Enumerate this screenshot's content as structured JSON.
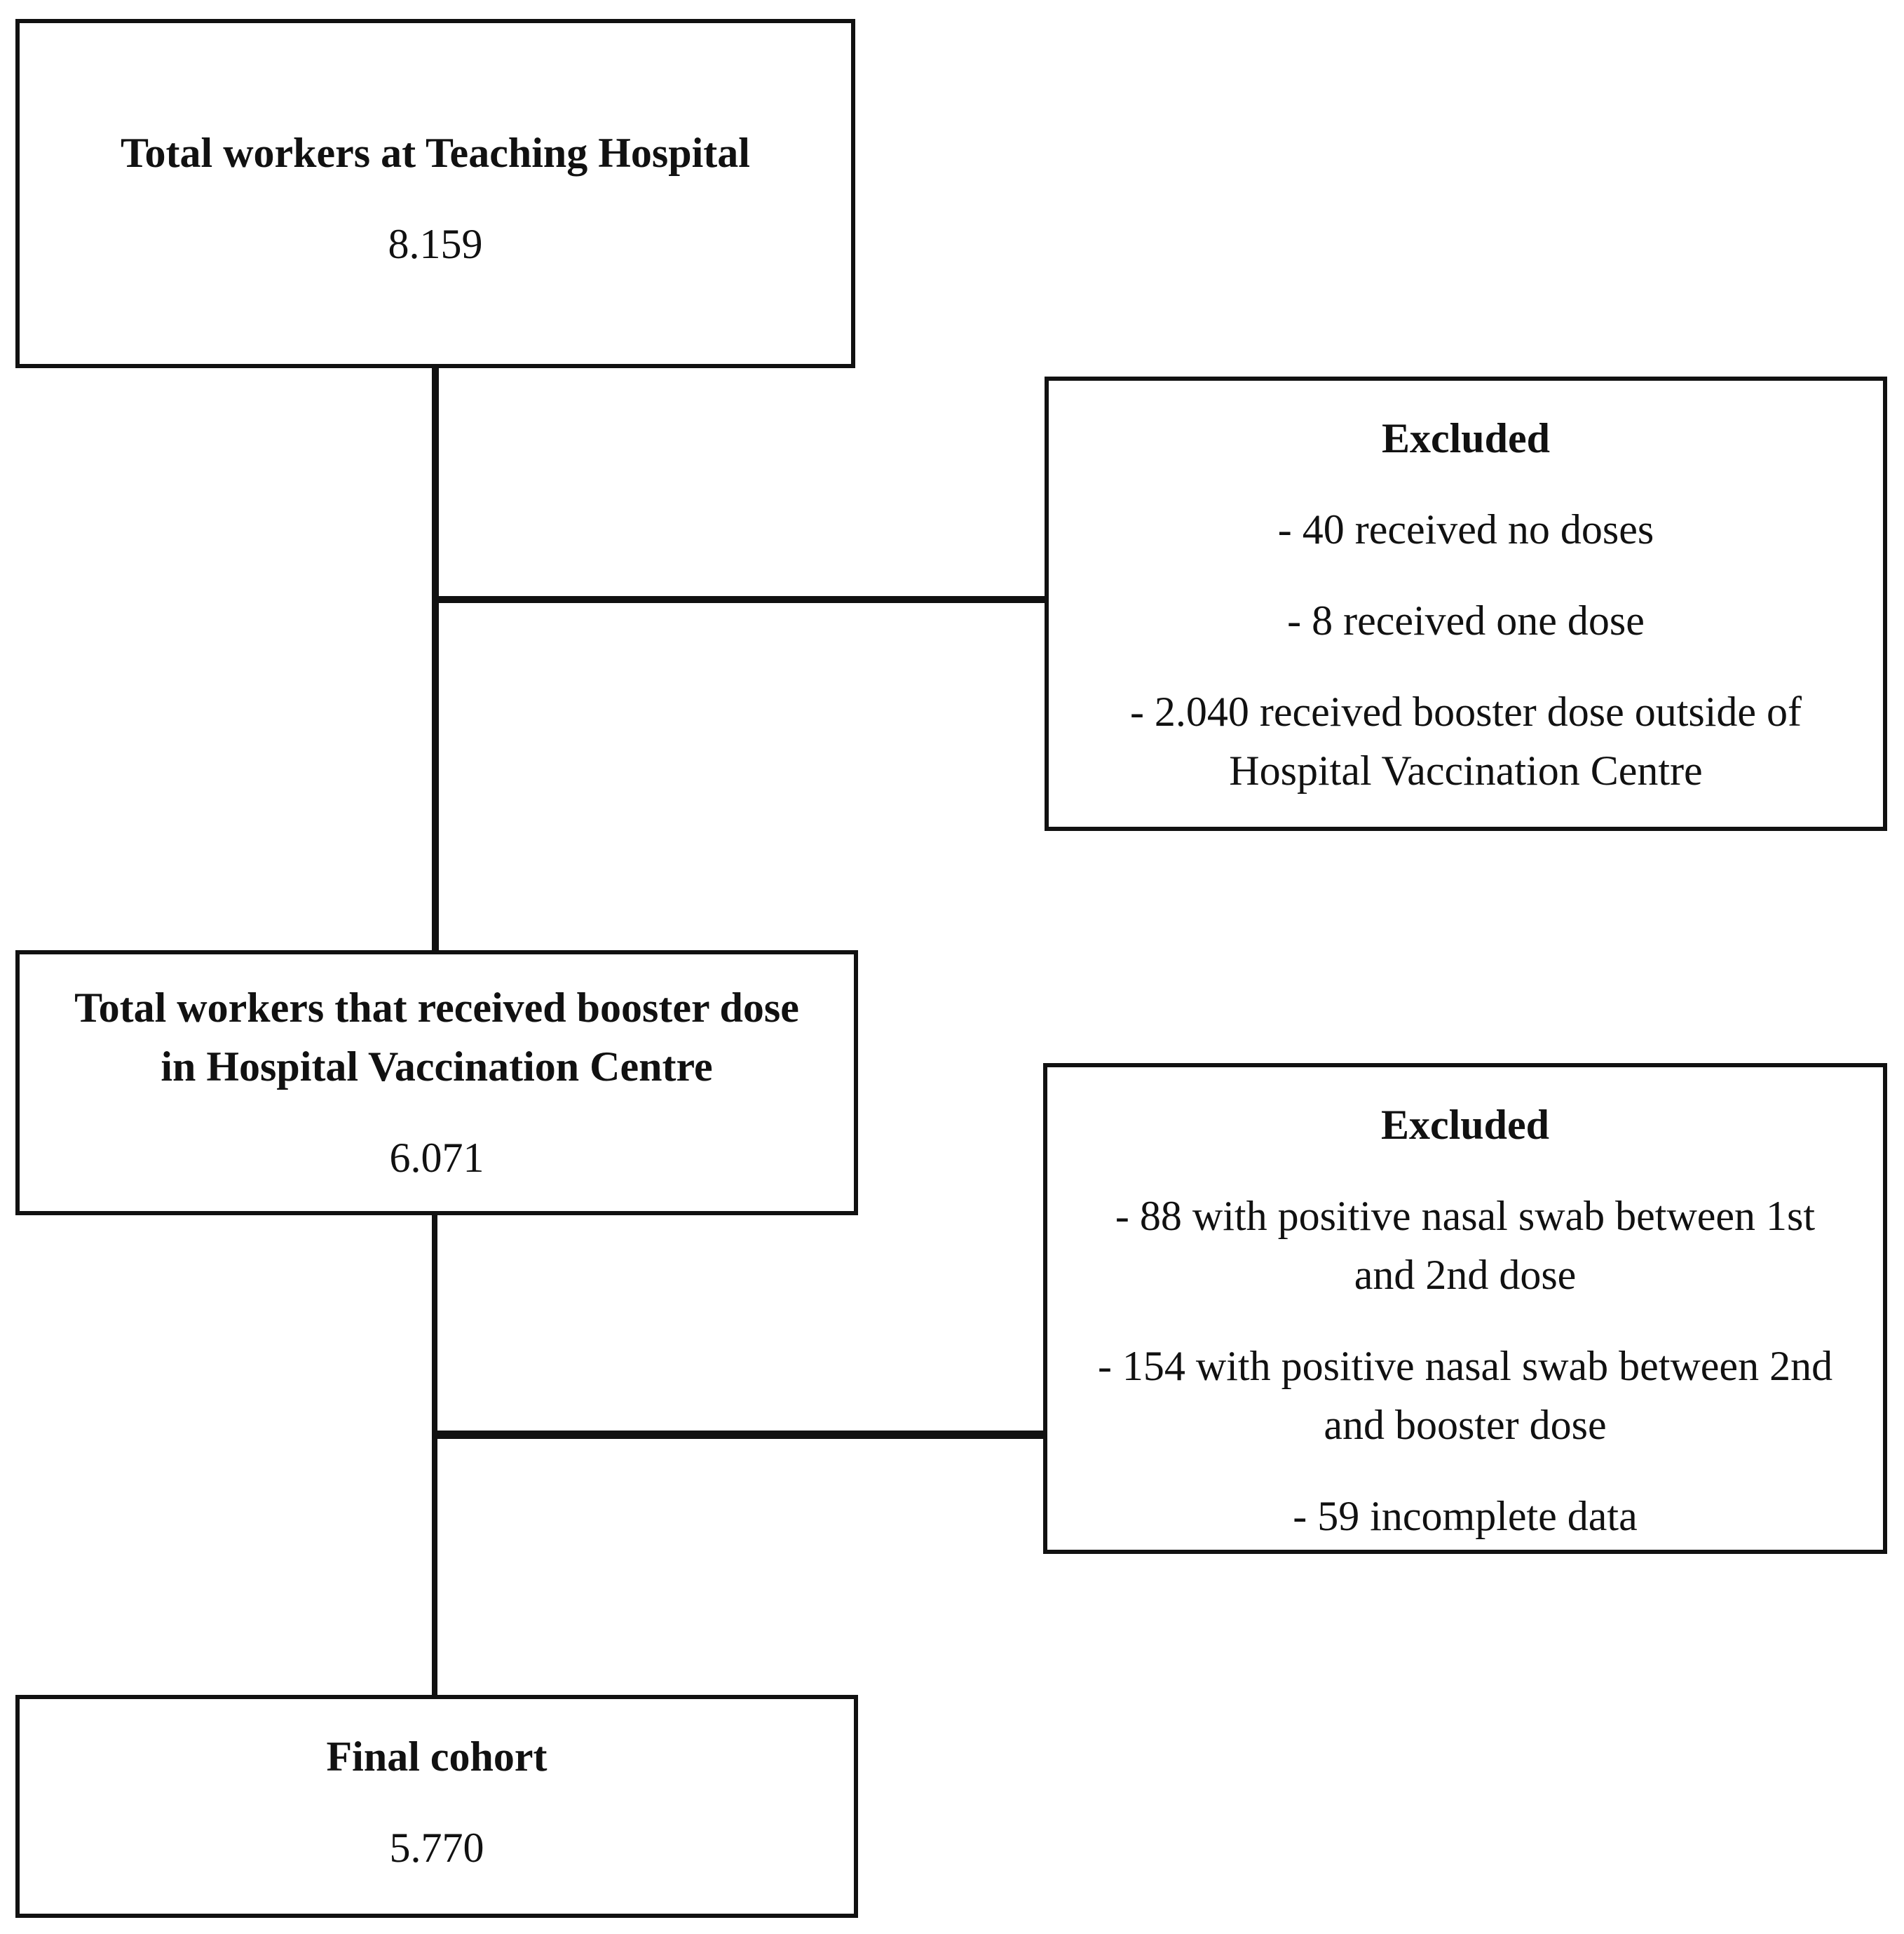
{
  "total": {
    "title": "Total workers at Teaching Hospital",
    "count": "8.159"
  },
  "excluded_1": {
    "title": "Excluded",
    "items": [
      "- 40 received no doses",
      "- 8 received one dose",
      "- 2.040 received booster dose outside of Hospital Vaccination Centre"
    ]
  },
  "booster": {
    "title": "Total workers that received booster dose in Hospital Vaccination Centre",
    "count": "6.071"
  },
  "excluded_2": {
    "title": "Excluded",
    "items": [
      "- 88 with positive nasal swab between 1st and 2nd dose",
      "- 154 with positive nasal swab between 2nd and booster dose",
      "- 59 incomplete data"
    ]
  },
  "final": {
    "title": "Final cohort",
    "count": "5.770"
  }
}
